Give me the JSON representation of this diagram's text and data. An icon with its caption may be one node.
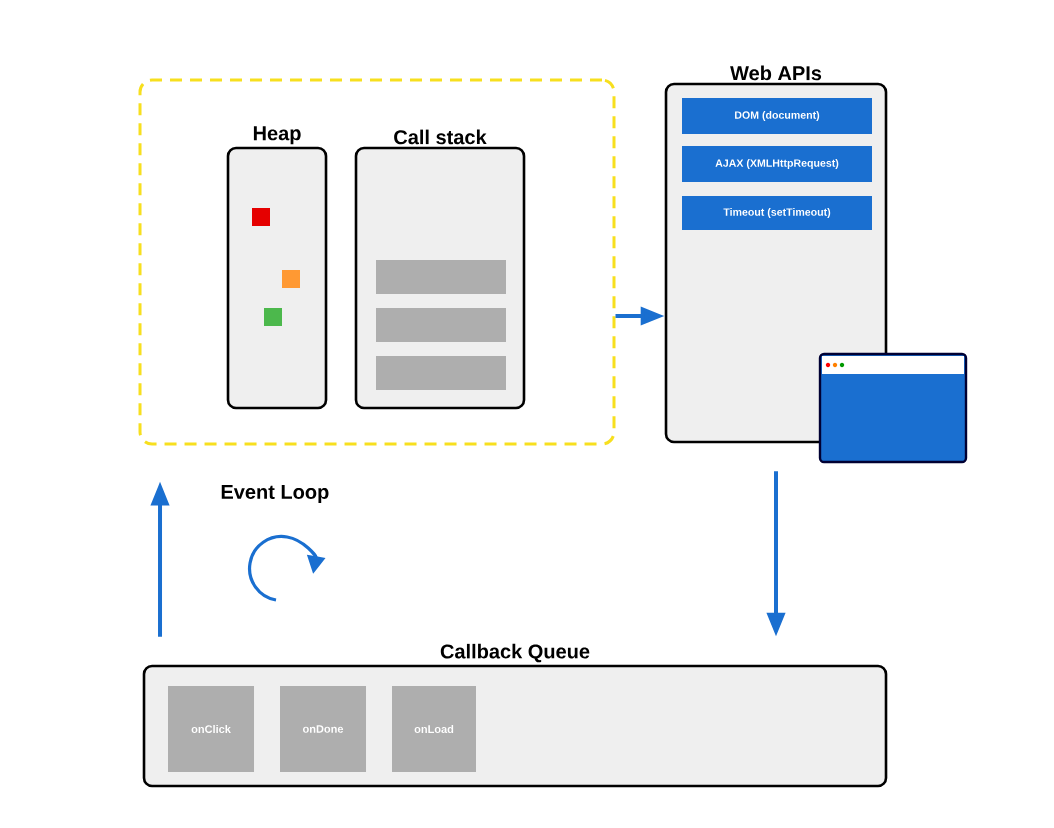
{
  "diagram": {
    "nodes": [
      {
        "text": [],
        "shape": "box"
      },
      {
        "text": [
          "Heap"
        ],
        "in": 0
      },
      {
        "text": [
          "Call stack"
        ],
        "in": 0
      },
      {
        "text": [
          "Web APIs"
        ]
      },
      {
        "text": [
          "DOM (document)"
        ],
        "in": 3
      },
      {
        "text": [
          "AJAX (XMLHttpRequest)"
        ],
        "in": 3
      },
      {
        "text": [
          "Timeout (setTimeout)"
        ],
        "in": 3
      },
      {
        "text": [
          "Callback Queue"
        ]
      },
      {
        "text": [
          "onClick"
        ],
        "in": 7
      },
      {
        "text": [
          "onDone"
        ],
        "in": 7
      },
      {
        "text": [
          "onLoad"
        ],
        "in": 7
      }
    ],
    "edges": [
      {
        "from": 0,
        "to": 3,
        "arrow": "to"
      },
      {
        "from": 3,
        "to": 7,
        "arrow": "to"
      },
      {
        "from": 7,
        "to": 0,
        "arrow": "to"
      }
    ],
    "labels": [
      "Event Loop"
    ]
  }
}
